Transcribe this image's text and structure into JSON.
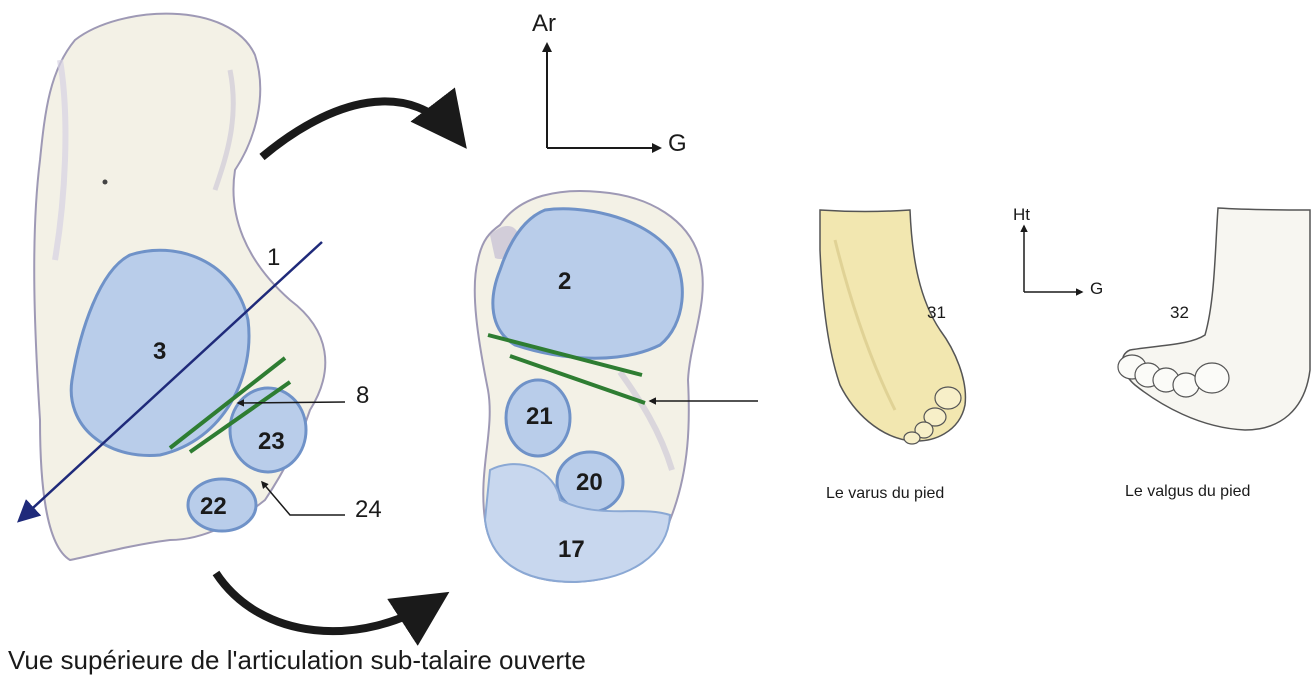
{
  "labels": {
    "talus_facet_3": "3",
    "line_1": "1",
    "pointer_8": "8",
    "facet_23": "23",
    "facet_22": "22",
    "pointer_24": "24",
    "calc_facet_2": "2",
    "facet_21": "21",
    "facet_20": "20",
    "facet_17": "17",
    "foot_31": "31",
    "foot_32": "32"
  },
  "axes": {
    "main_up": "Ar",
    "main_right": "G",
    "small_up": "Ht",
    "small_right": "G"
  },
  "captions": {
    "main": "Vue supérieure de l'articulation sub-talaire ouverte",
    "varus": "Le varus du pied",
    "valgus": "Le valgus du pied"
  },
  "colors": {
    "bone": "#f3f1e6",
    "bone_shadow": "#c9c4d6",
    "cartilage": "#a9c3e6",
    "cartilage_dark": "#6f92c8",
    "green_line": "#2e7d32",
    "axis_line": "#1f2a7a",
    "arrow": "#1a1a1a",
    "varus_skin": "#f2e7b0"
  }
}
